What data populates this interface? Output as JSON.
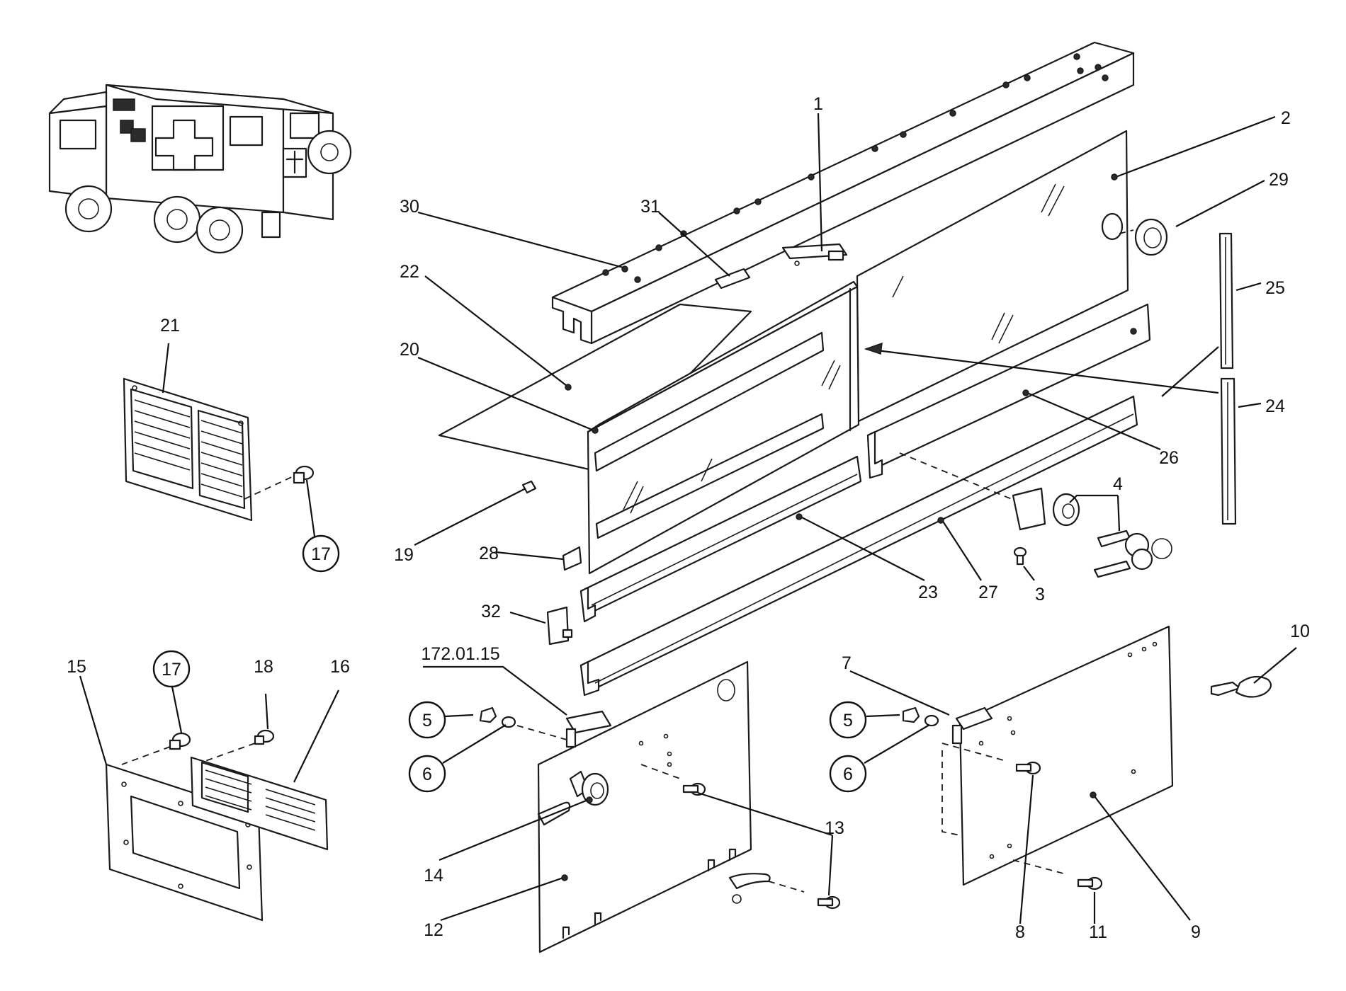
{
  "figure": {
    "labels": {
      "p1": "1",
      "p2": "2",
      "p3": "3",
      "p4": "4",
      "p5": "5",
      "p6": "6",
      "p7": "7",
      "p8": "8",
      "p9": "9",
      "p10": "10",
      "p11": "11",
      "p12": "12",
      "p13": "13",
      "p14": "14",
      "p15": "15",
      "p16": "16",
      "p17": "17",
      "p18": "18",
      "p19": "19",
      "p20": "20",
      "p21": "21",
      "p22": "22",
      "p23": "23",
      "p24": "24",
      "p25": "25",
      "p26": "26",
      "p27": "27",
      "p28": "28",
      "p29": "29",
      "p30": "30",
      "p31": "31",
      "p32": "32",
      "ref": "172.01.15"
    }
  }
}
